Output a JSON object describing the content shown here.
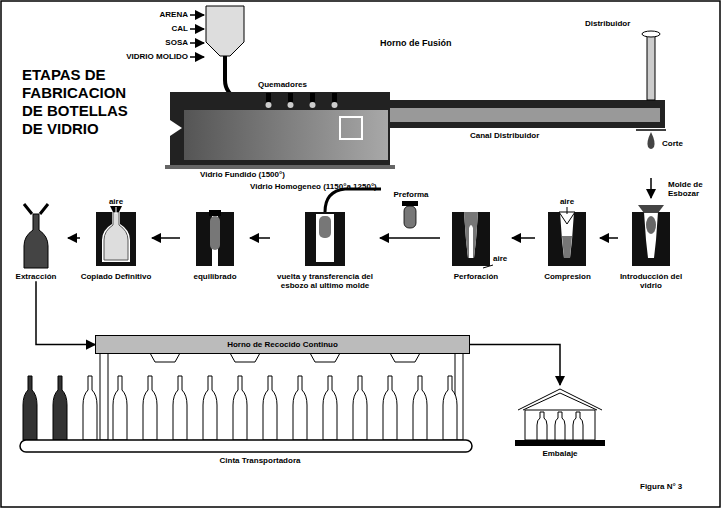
{
  "diagram": {
    "title": "ETAPAS DE FABRICACION DE BOTELLAS DE VIDRIO",
    "nodes": [
      {
        "text": [
          "Horno de Fusión"
        ]
      },
      {
        "text": [
          "Introducción del vidrio"
        ]
      },
      {
        "text": [
          "Compresion"
        ]
      },
      {
        "text": [
          "Perforación"
        ]
      },
      {
        "text": [
          "vuelta y transferencia del esbozo al ultimo molde"
        ]
      },
      {
        "text": [
          "equilibrado"
        ]
      },
      {
        "text": [
          "Copiado Definitivo"
        ]
      },
      {
        "text": [
          "Extracción"
        ]
      },
      {
        "text": [
          "Horno de Recocido Continuo"
        ]
      },
      {
        "text": [
          "Embalaje"
        ]
      }
    ],
    "edges": [
      {
        "from": 0,
        "to": 1,
        "arrow": "to"
      },
      {
        "from": 1,
        "to": 2,
        "arrow": "to"
      },
      {
        "from": 2,
        "to": 3,
        "arrow": "to"
      },
      {
        "from": 3,
        "to": 4,
        "arrow": "to"
      },
      {
        "from": 4,
        "to": 5,
        "arrow": "to"
      },
      {
        "from": 5,
        "to": 6,
        "arrow": "to"
      },
      {
        "from": 6,
        "to": 7,
        "arrow": "to"
      },
      {
        "from": 7,
        "to": 8,
        "arrow": "to"
      },
      {
        "from": 8,
        "to": 9,
        "arrow": "to"
      }
    ],
    "labels": [
      "ARENA",
      "CAL",
      "SOSA",
      "VIDRIO MOLIDO",
      "Quemadores",
      "Distribuidor",
      "Canal Distribuidor",
      "Corte",
      "Vidrio Fundido (1500°)",
      "Vidrio Homogeneo (1150°a 1250°)",
      "Molde de Esbozar",
      "aire",
      "aire",
      "Preforma",
      "aire",
      "Cinta Transportadora",
      "Figura N° 3"
    ]
  }
}
